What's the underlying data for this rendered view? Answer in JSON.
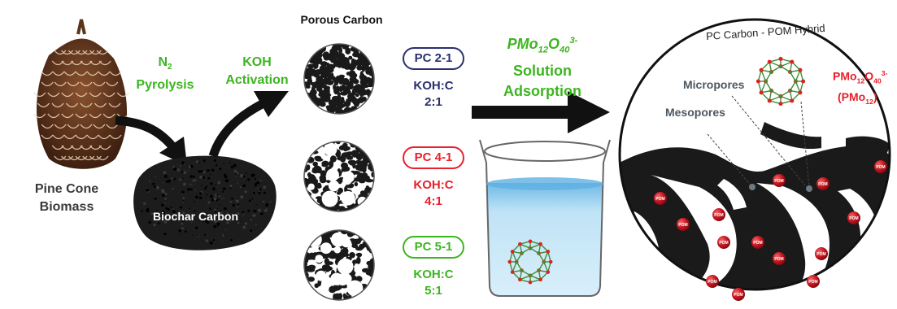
{
  "biomass": {
    "line1": "Pine Cone",
    "line2": "Biomass"
  },
  "steps": {
    "pyrolysis": {
      "line1_main": "N",
      "line1_sub": "2",
      "line2": "Pyrolysis"
    },
    "activation": {
      "line1": "KOH",
      "line2": "Activation"
    },
    "adsorption": {
      "f_pmo": "PMo",
      "f_12": "12",
      "f_o": "O",
      "f_40": "40",
      "f_charge": "3-",
      "line2": "Solution",
      "line3": "Adsorption"
    }
  },
  "biochar": {
    "label": "Biochar Carbon"
  },
  "porous_carbon": {
    "title": "Porous Carbon",
    "samples": [
      {
        "name": "PC 2-1",
        "ratio_label": "KOH:C",
        "ratio": "2:1",
        "color": "#2b2f6e"
      },
      {
        "name": "PC 4-1",
        "ratio_label": "KOH:C",
        "ratio": "4:1",
        "color": "#e8202c"
      },
      {
        "name": "PC 5-1",
        "ratio_label": "KOH:C",
        "ratio": "5:1",
        "color": "#3cb520"
      }
    ]
  },
  "hybrid": {
    "title": "PC Carbon - POM Hybrid",
    "micropores": "Micropores",
    "mesopores": "Mesopores",
    "pom_formula": {
      "pmo": "PMo",
      "sub12": "12",
      "o": "O",
      "sub40": "40",
      "charge": "3-"
    },
    "pom_short": {
      "open": "(PMo",
      "sub": "12",
      "close": ")"
    },
    "badge": "POM"
  },
  "colors": {
    "green": "#3cb520",
    "navy": "#2b2f6e",
    "red": "#e8202c",
    "pom_red": "#c1121b",
    "solution": "#a8d8f0"
  }
}
